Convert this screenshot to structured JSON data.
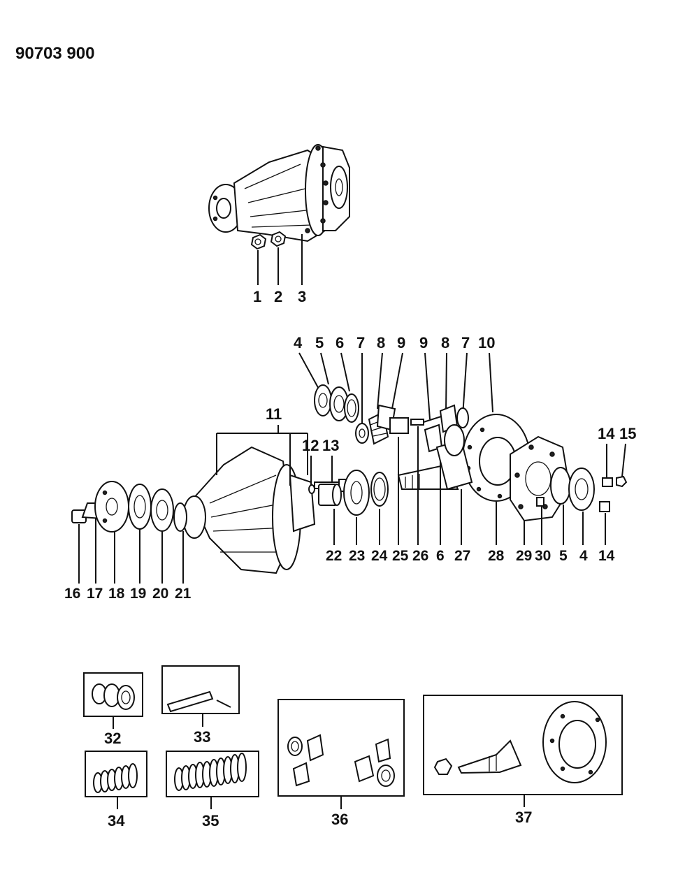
{
  "diagram_code": "90703 900",
  "callouts": {
    "c1": "1",
    "c2": "2",
    "c3": "3",
    "c4a": "4",
    "c5a": "5",
    "c6a": "6",
    "c7a": "7",
    "c8a": "8",
    "c9a": "9",
    "c9b": "9",
    "c8b": "8",
    "c7b": "7",
    "c10": "10",
    "c11": "11",
    "c12": "12",
    "c13": "13",
    "c14a": "14",
    "c15": "15",
    "c22": "22",
    "c23": "23",
    "c24": "24",
    "c25": "25",
    "c26": "26",
    "c6b": "6",
    "c27": "27",
    "c28": "28",
    "c29": "29",
    "c30": "30",
    "c5b": "5",
    "c4b": "4",
    "c14b": "14",
    "c16": "16",
    "c17": "17",
    "c18": "18",
    "c19": "19",
    "c20": "20",
    "c21": "21",
    "c32": "32",
    "c33": "33",
    "c34": "34",
    "c35": "35",
    "c36": "36",
    "c37": "37"
  }
}
